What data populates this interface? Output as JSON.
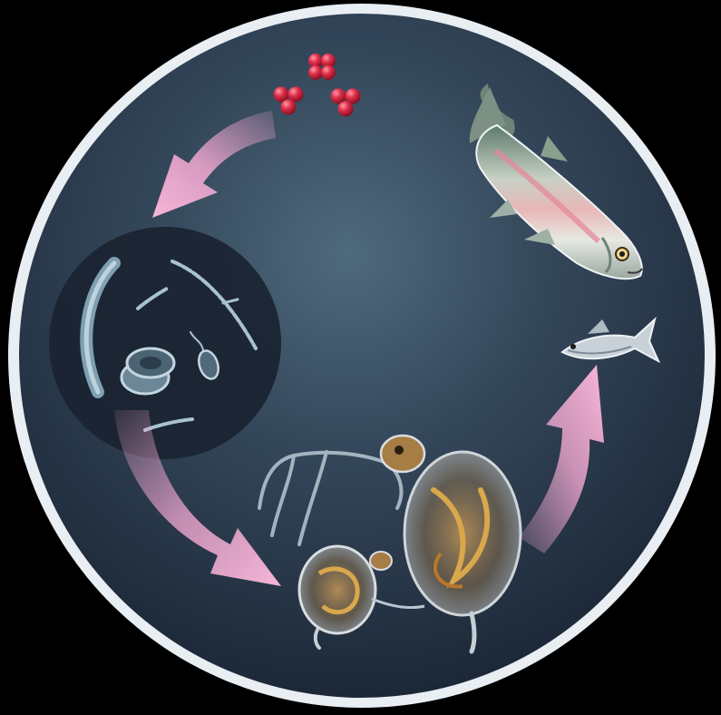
{
  "diagram": {
    "description_colors": {
      "background": "#000000",
      "circle_rim": "#e9eef3",
      "water_dark": "#1e2b3b",
      "water_light": "#4a6578",
      "arrow_pink": "#f3a9d2",
      "nutrient_red": "#d9253f",
      "phyto_disc": "#1a2331"
    },
    "stages": [
      {
        "id": "nutrients",
        "icon": "red-spheres-cluster-icon"
      },
      {
        "id": "phytoplankton",
        "icon": "algae-cells-icon"
      },
      {
        "id": "zooplankton",
        "icon": "water-flea-icon"
      },
      {
        "id": "small-fish",
        "icon": "minnow-icon"
      },
      {
        "id": "large-fish",
        "icon": "trout-icon"
      }
    ]
  }
}
